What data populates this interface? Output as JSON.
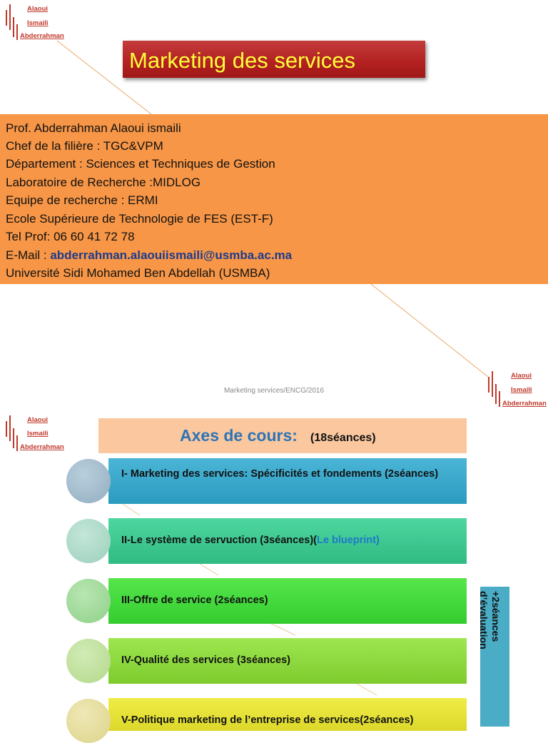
{
  "slide1": {
    "logo": {
      "line1": "Alaoui",
      "line2": "Ismaili",
      "line3": "Abderrahman"
    },
    "title": "Marketing des services",
    "info": {
      "lines": [
        "Prof.  Abderrahman Alaoui ismaili",
        "Chef de la filière : TGC&VPM",
        "Département : Sciences et Techniques de Gestion",
        "Laboratoire  de Recherche :MIDLOG",
        "Equipe de recherche : ERMI",
        "Ecole Supérieure de Technologie de FES (EST-F)",
        "Tel Prof: 06 60 41 72 78"
      ],
      "email_label": "E-Mail : ",
      "email": "abderrahman.alaouiismaili@usmba.ac.ma",
      "university": "Université Sidi Mohamed Ben Abdellah (USMBA)"
    },
    "footer": "Marketing services/ENCG/2016"
  },
  "slide2": {
    "logo": {
      "line1": "Alaoui",
      "line2": "Ismaili",
      "line3": "Abderrahman"
    },
    "heading": "Axes de cours:",
    "heading_note": "(18séances)",
    "items": [
      {
        "text": "I- Marketing des services: Spécificités et fondements (2séances)",
        "color": "#31a4c8",
        "circle": "#9fb8c9"
      },
      {
        "text": "II-Le système de servuction (3séances)(",
        "highlight": "Le blueprint)",
        "color": "#39c68e",
        "circle": "#a9d7c5"
      },
      {
        "text": "III-Offre de service (2séances)",
        "color": "#3ed63a",
        "circle": "#9ed798"
      },
      {
        "text": "IV-Qualité des services (3séances)",
        "color": "#8dd83c",
        "circle": "#c0df99"
      },
      {
        "text": "V-Politique marketing de l’entreprise de services(2séances)",
        "color": "#e6e233",
        "circle": "#e4dd96"
      }
    ],
    "evaluation_note": "+2séances\nd’évaluation"
  }
}
